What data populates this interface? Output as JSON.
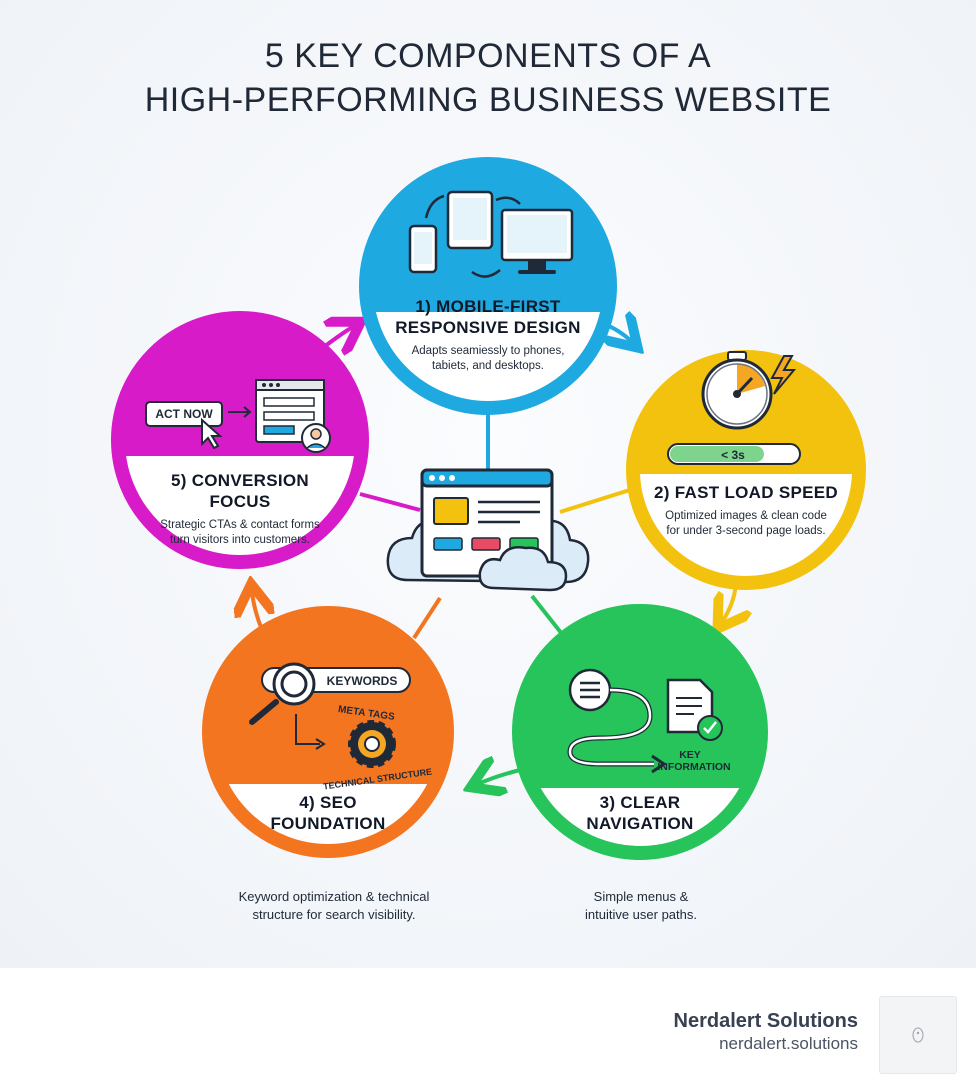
{
  "title": {
    "line1": "5 KEY COMPONENTS OF A",
    "line2": "HIGH-PERFORMING BUSINESS WEBSITE"
  },
  "components": [
    {
      "title_line1": "1) MOBILE-FIRST",
      "title_line2": "RESPONSIVE DESIGN",
      "desc_line1": "Adapts seamiessly to phones,",
      "desc_line2": "tabiets, and desktops.",
      "color": "#1fa9e1"
    },
    {
      "title_line1": "2) FAST LOAD SPEED",
      "desc_line1": "Optimized images & clean code",
      "desc_line2": "for under 3-second page loads.",
      "badge": "< 3s",
      "color": "#f3c20f"
    },
    {
      "title_line1": "3) CLEAR",
      "title_line2": "NAVIGATION",
      "desc_line1": "Simple menus &",
      "desc_line2": "intuitive user paths.",
      "icon_label_line1": "KEY",
      "icon_label_line2": "INFORMATION",
      "color": "#26c45a"
    },
    {
      "title_line1": "4) SEO",
      "title_line2": "FOUNDATION",
      "desc_line1": "Keyword optimization & technical",
      "desc_line2": "structure for search visibility.",
      "search_label": "KEYWORDS",
      "arc_label_1": "META TAGS",
      "arc_label_2": "TECHNICAL STRUCTURE",
      "color": "#f47520"
    },
    {
      "title_line1": "5) CONVERSION",
      "title_line2": "FOCUS",
      "desc_line1": "Strategic CTAs & contact forms",
      "desc_line2": "turn visitors into customers.",
      "cta_label": "ACT NOW",
      "color": "#d81bc8"
    }
  ],
  "footer": {
    "brand": "Nerdalert Solutions",
    "url": "nerdalert.solutions"
  },
  "icons": [
    "devices-icon",
    "stopwatch-icon",
    "lightning-icon",
    "navigation-path-icon",
    "document-check-icon",
    "search-icon",
    "gear-icon",
    "cursor-icon",
    "form-window-icon",
    "user-avatar-icon",
    "cloud-website-icon"
  ]
}
